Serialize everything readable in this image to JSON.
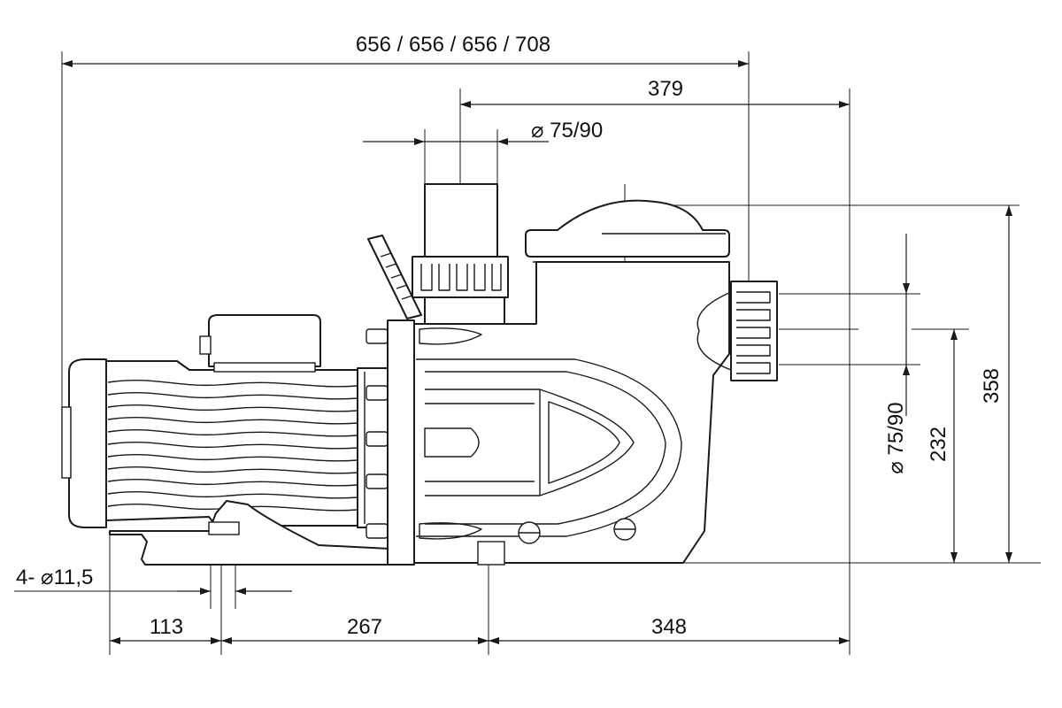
{
  "dimensions": {
    "overall_length": "656 / 656 / 656 / 708",
    "inlet_to_outlet": "379",
    "top_port_diameter": "⌀ 75/90",
    "side_port_diameter": "⌀ 75/90",
    "side_port_height": "232",
    "overall_height": "358",
    "mounting_holes": "4- ⌀11,5",
    "base_first": "113",
    "base_second": "267",
    "base_third": "348"
  }
}
